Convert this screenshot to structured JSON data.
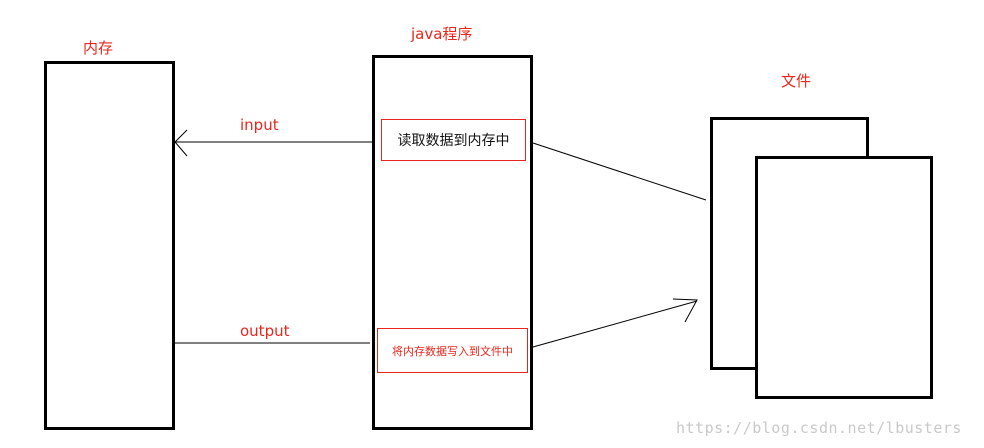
{
  "labels": {
    "memory": "内存",
    "java_program": "java程序",
    "file": "文件",
    "input": "input",
    "output": "output"
  },
  "boxes": {
    "read": "读取数据到内存中",
    "write": "将内存数据写入到文件中"
  },
  "watermark": "https://blog.csdn.net/lbusters",
  "colors": {
    "label_red": "#e8261d",
    "stroke": "#000000",
    "watermark": "#c9c9c9"
  }
}
